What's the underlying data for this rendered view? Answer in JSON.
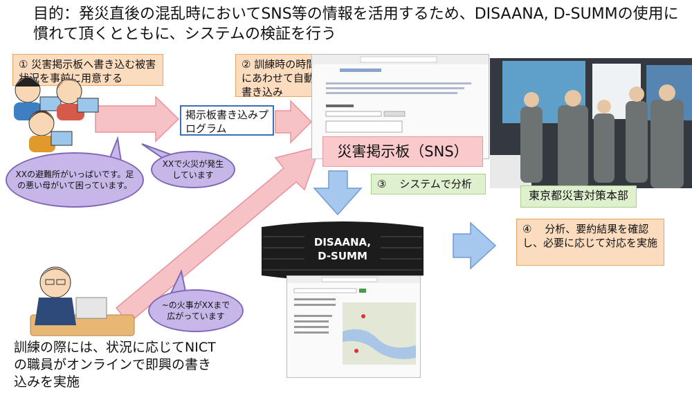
{
  "title": "目的：発災直後の混乱時においてSNS等の情報を活用するため、DISAANA, D-SUMMの使用に慣れて頂くとともに、システムの検証を行う",
  "step1": {
    "num": "①",
    "text": "災害掲示板へ書き込む被害状況を事前に用意する"
  },
  "step2": {
    "num": "②",
    "text": "訓練時の時間経過にあわせて自動的に書き込み"
  },
  "step3": {
    "num": "③",
    "text": "システムで分析"
  },
  "step4": {
    "num": "④",
    "text": "分析、要約結果を確認し、必要に応じて対応を実施"
  },
  "program_box": "掲示板書き込みプログラム",
  "sns_box": "災害掲示板（SNS）",
  "server_label": "DISAANA,\nD-SUMM",
  "hq_label": "東京都災害対策本部",
  "bubbles": {
    "evacuation": "XXの避難所がいっぱいです。足の悪い母がいて困っています。",
    "fire": "XXで火災が発生しています",
    "fire_spread": "~の火事がXXまで広がっています"
  },
  "nict_note": "訓練の際には、状況に応じてNICTの職員がオンラインで即興の書き込みを実施",
  "colors": {
    "orange_bg": "#fbdcbf",
    "green_bg": "#dff0cf",
    "pink_bg": "#f9c9cc",
    "blue_arrow": "#9cc3ee",
    "pink_arrow": "#f5bcc1",
    "bubble": "#c7b7e8"
  }
}
